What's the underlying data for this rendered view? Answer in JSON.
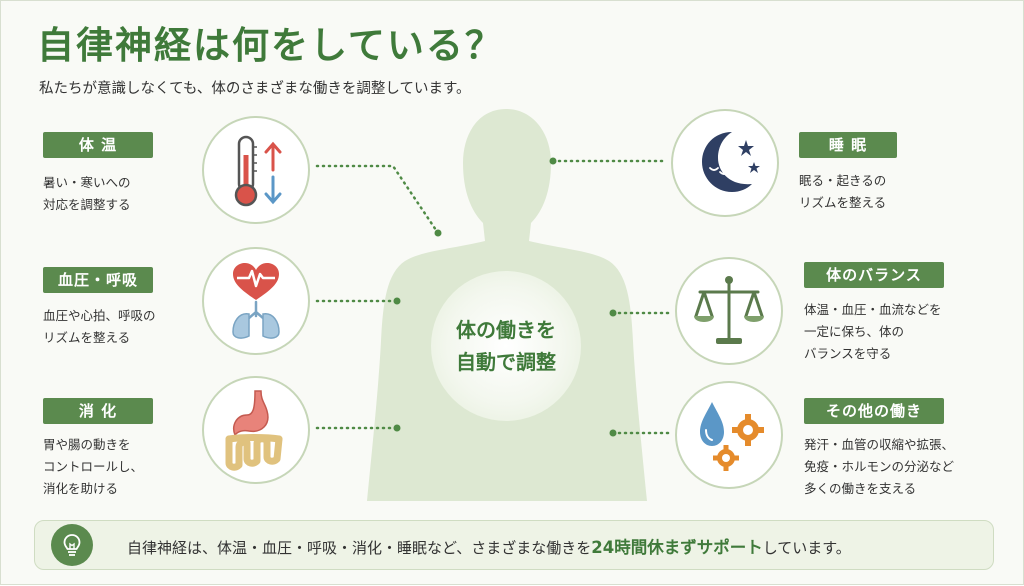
{
  "title": "自律神経は何をしている？",
  "subtitle": "私たちが意識しなくても、体のさまざまな働きを調整しています。",
  "center": {
    "line1": "体の働きを",
    "line2": "自動で調整"
  },
  "left_items": [
    {
      "label": "体 温",
      "desc": [
        "暑い・寒いへの",
        "対応を調整する"
      ],
      "icon": "thermometer-icon"
    },
    {
      "label": "血圧・呼吸",
      "desc": [
        "血圧や心拍、呼吸の",
        "リズムを整える"
      ],
      "icon": "heart-lungs-icon"
    },
    {
      "label": "消 化",
      "desc": [
        "胃や腸の動きを",
        "コントロールし、",
        "消化を助ける"
      ],
      "icon": "stomach-intestine-icon"
    }
  ],
  "right_items": [
    {
      "label": "睡 眠",
      "desc": [
        "眠る・起きるの",
        "リズムを整える"
      ],
      "icon": "moon-stars-icon"
    },
    {
      "label": "体のバランス",
      "desc": [
        "体温・血圧・血流などを",
        "一定に保ち、体の",
        "バランスを守る"
      ],
      "icon": "balance-scale-icon"
    },
    {
      "label": "その他の働き",
      "desc": [
        "発汗・血管の収縮や拡張、",
        "免疫・ホルモンの分泌など",
        "多くの働きを支える"
      ],
      "icon": "droplet-gears-icon"
    }
  ],
  "footer": {
    "text_before": "自律神経は、体温・血圧・呼吸・消化・睡眠など、さまざまな働きを",
    "highlight": "24時間休まずサポート",
    "text_after": "しています。",
    "icon": "lightbulb-icon"
  },
  "colors": {
    "primary_green": "#3f7a3a",
    "badge_green": "#5b8a4e",
    "silhouette": "#dde8d2",
    "heart_red": "#d9534a",
    "lung_blue": "#a9c8df",
    "moon_navy": "#2f3f63",
    "gear_orange": "#e58b2b",
    "drop_blue": "#5b97c7"
  }
}
